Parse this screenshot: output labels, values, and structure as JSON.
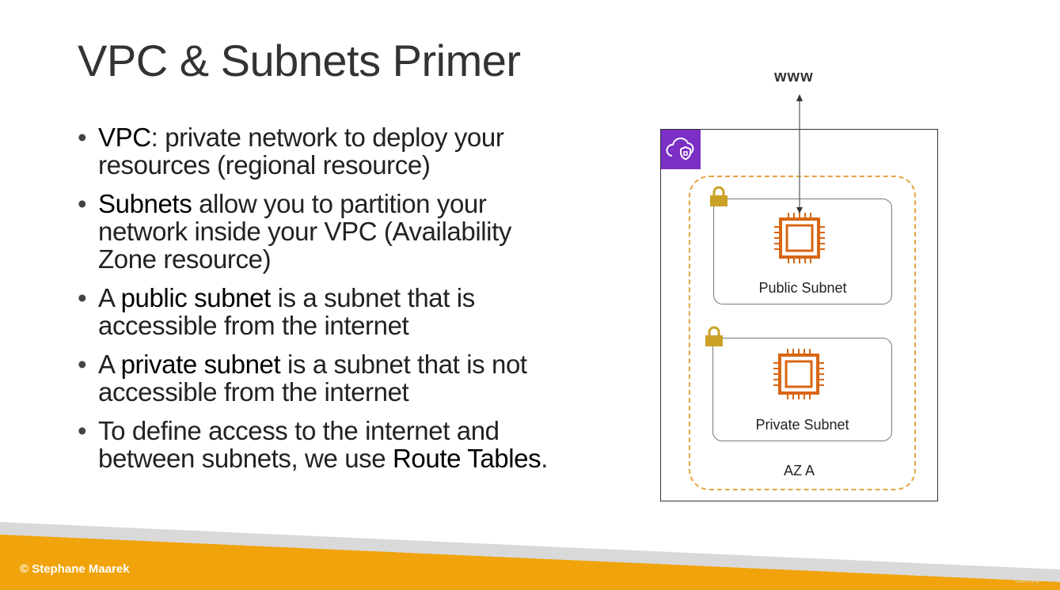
{
  "slide": {
    "title": "VPC & Subnets Primer",
    "bullets": [
      {
        "bold": "VPC",
        "rest": ": private network to deploy your resources (regional resource)"
      },
      {
        "bold": "Subnets",
        "rest": " allow you to partition your network inside your VPC (Availability Zone resource)"
      },
      {
        "pre": "A ",
        "bold": "public subnet",
        "rest": " is a subnet that is accessible from the internet"
      },
      {
        "pre": "A ",
        "bold": "private subnet",
        "rest": " is a subnet that is not accessible from the internet"
      },
      {
        "pre": "To define access to the internet and between subnets, we use ",
        "bold": "Route Tables",
        "rest": "."
      }
    ]
  },
  "diagram": {
    "internet_label": "www",
    "public_subnet_label": "Public Subnet",
    "private_subnet_label": "Private Subnet",
    "az_label": "AZ A",
    "vpc_icon": "vpc-cloud-shield-icon",
    "chip_icon": "ec2-instance-icon",
    "lock_icon": "lock-icon"
  },
  "footer": {
    "copyright": "© Stephane Maarek",
    "watermark": "Udemy"
  },
  "colors": {
    "vpc_purple": "#7b2fc4",
    "az_orange": "#e8a33d",
    "ec2_orange": "#d86613",
    "lock_gold": "#c9a227",
    "footer_orange": "#f0a30a",
    "footer_grey": "#d9d9d9"
  }
}
